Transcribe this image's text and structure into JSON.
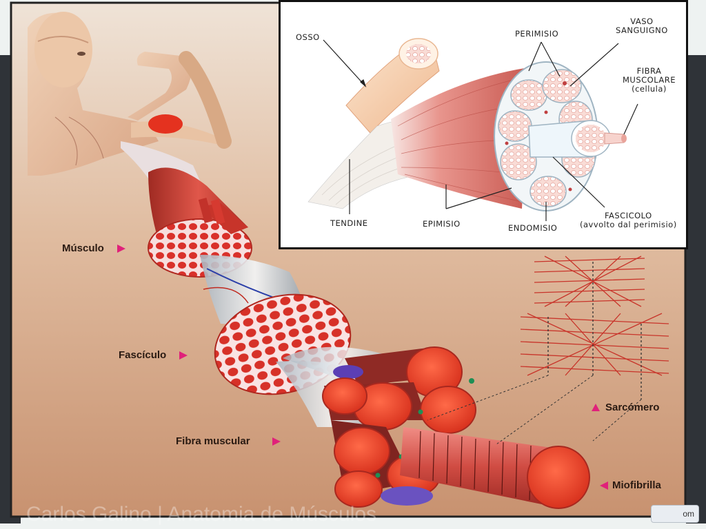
{
  "main_labels": {
    "musculo": "Músculo",
    "fasciculo": "Fascículo",
    "fibra_muscular": "Fibra muscular",
    "sarcomero": "Sarcómero",
    "miofibrilla": "Miofibrilla"
  },
  "inset_labels": {
    "osso": "OSSO",
    "perimisio": "PERIMISIO",
    "vaso_line1": "VASO",
    "vaso_line2": "SANGUIGNO",
    "fibra_line1": "FIBRA",
    "fibra_line2": "MUSCOLARE",
    "fibra_line3": "(cellula)",
    "tendine": "TENDINE",
    "epimisio": "EPIMISIO",
    "endomisio": "ENDOMISIO",
    "fascicolo_line1": "FASCICOLO",
    "fascicolo_line2": "(avvolto dal perimisio)"
  },
  "footer": {
    "watermark": "Carlos Galino | Anatomia de Músculos",
    "badge": "om"
  },
  "colors": {
    "muscle_red": "#e8402a",
    "muscle_dark": "#b52a20",
    "background_tan": "#d9a882",
    "arrow_magenta": "#e0217a",
    "inset_pink": "#f4c7c0"
  }
}
